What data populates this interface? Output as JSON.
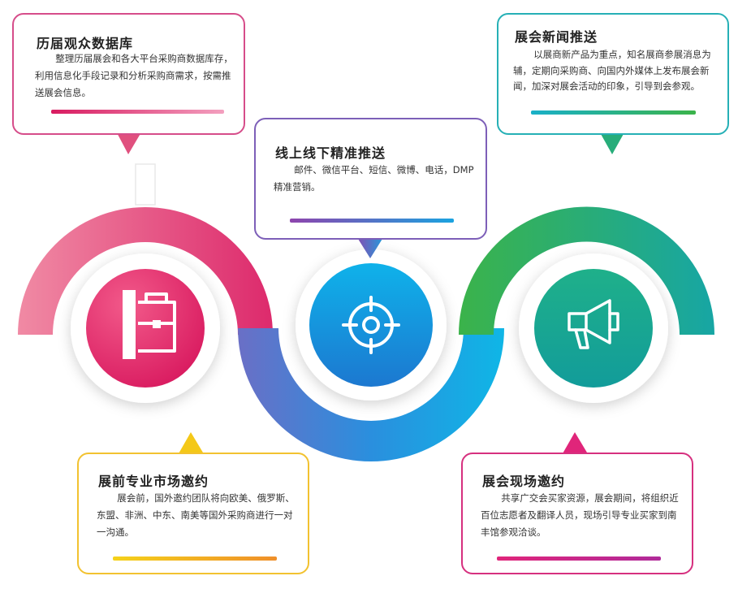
{
  "cards": {
    "history": {
      "title": "历届观众数据库",
      "text": "整理历届展会和各大平台采购商数据库存，利用信息化手段记录和分析采购商需求，按需推送展会信息。"
    },
    "online": {
      "title": "线上线下精准推送",
      "text": "邮件、微信平台、短信、微博、电话，DMP精准营销。"
    },
    "news": {
      "title": "展会新闻推送",
      "text": "以展商新产品为重点，知名展商参展消息为辅，定期向采购商、向国内外媒体上发布展会新闻，加深对展会活动的印象，引导到会参观。"
    },
    "pre": {
      "title": "展前专业市场邀约",
      "text": "展会前，国外邀约团队将向欧美、俄罗斯、东盟、非洲、中东、南美等国外采购商进行一对一沟通。"
    },
    "onsite": {
      "title": "展会现场邀约",
      "text": "共享广交会买家资源，展会期间，将组织近百位志愿者及翻译人员，现场引导专业买家到南丰馆参观洽谈。"
    }
  },
  "colors": {
    "pink": "#e23a74",
    "blue": "#1aa6e0",
    "green": "#2bb06a",
    "teal": "#1aa59b",
    "yellow": "#f2c018",
    "magenta": "#e0257a",
    "purple": "#8a4fb8"
  },
  "icons": [
    "briefcase-icon",
    "crosshair-icon",
    "megaphone-icon"
  ]
}
